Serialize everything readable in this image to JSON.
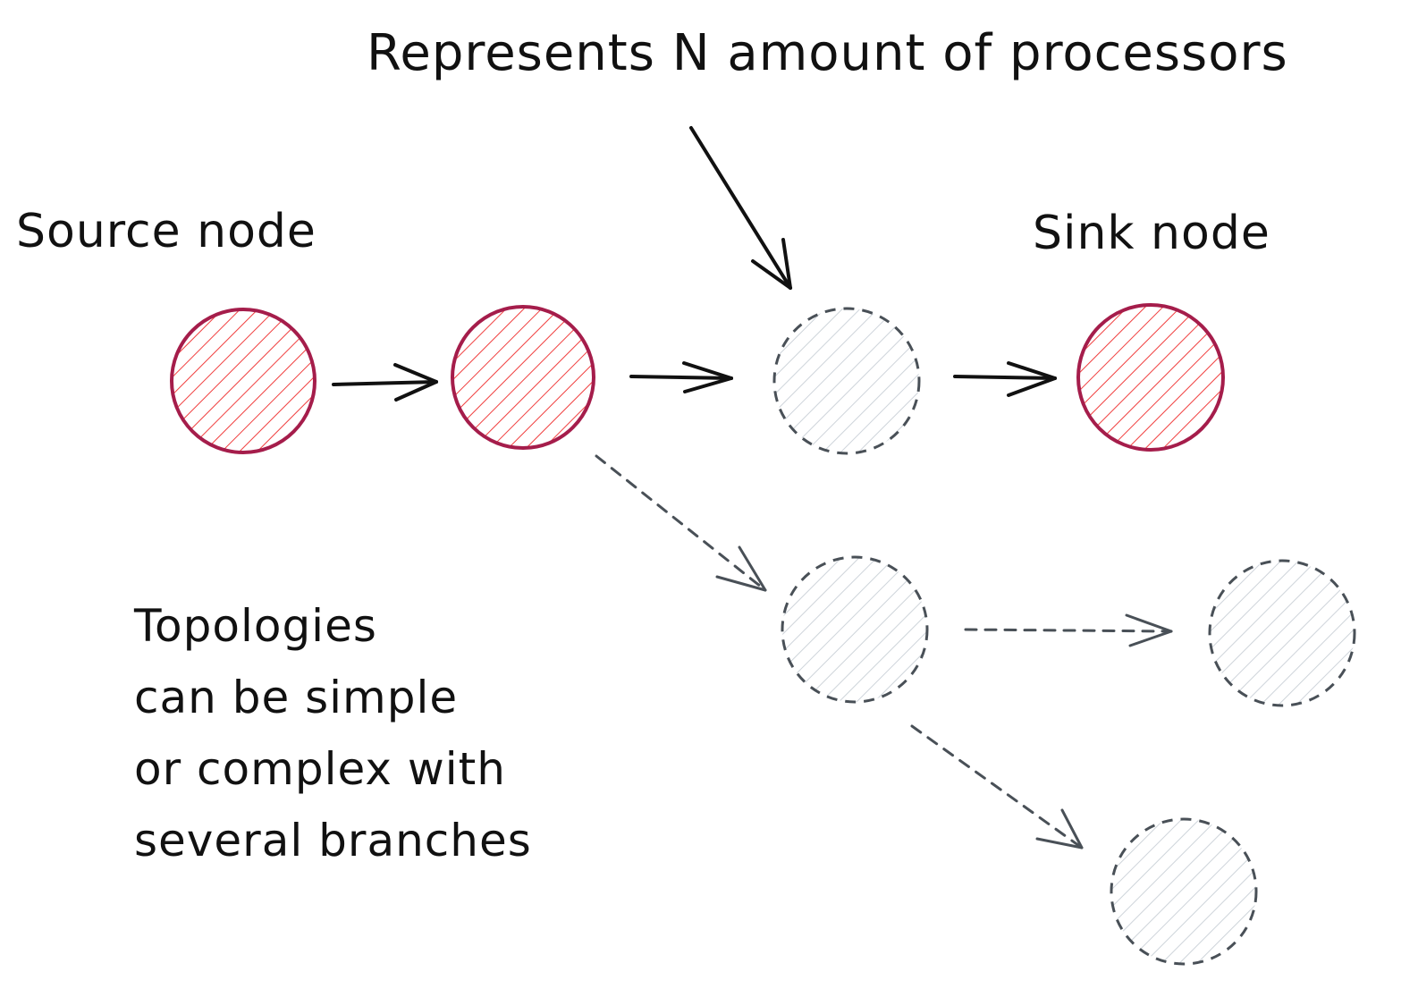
{
  "annotations": {
    "processors_note": "Represents N amount of processors",
    "source_label": "Source node",
    "sink_label": "Sink node",
    "topology_note": [
      "Topologies",
      "can be simple",
      "or complex with",
      "several branches"
    ]
  },
  "colors": {
    "active_stroke": "#a51d4b",
    "active_hatch": "#f03e3e",
    "inactive_stroke": "#495057",
    "inactive_hatch": "#ced4da",
    "ink": "#111111"
  },
  "nodes": [
    {
      "id": "source",
      "style": "active"
    },
    {
      "id": "processor-1",
      "style": "active"
    },
    {
      "id": "processor-n",
      "style": "dashed"
    },
    {
      "id": "sink",
      "style": "active"
    },
    {
      "id": "branch-1",
      "style": "dashed"
    },
    {
      "id": "branch-2",
      "style": "dashed"
    },
    {
      "id": "branch-3",
      "style": "dashed"
    }
  ],
  "edges": [
    {
      "from": "source",
      "to": "processor-1",
      "style": "solid"
    },
    {
      "from": "processor-1",
      "to": "processor-n",
      "style": "solid"
    },
    {
      "from": "processor-n",
      "to": "sink",
      "style": "solid"
    },
    {
      "from": "processor-1",
      "to": "branch-1",
      "style": "dashed"
    },
    {
      "from": "branch-1",
      "to": "branch-2",
      "style": "dashed"
    },
    {
      "from": "branch-1",
      "to": "branch-3",
      "style": "dashed"
    }
  ]
}
